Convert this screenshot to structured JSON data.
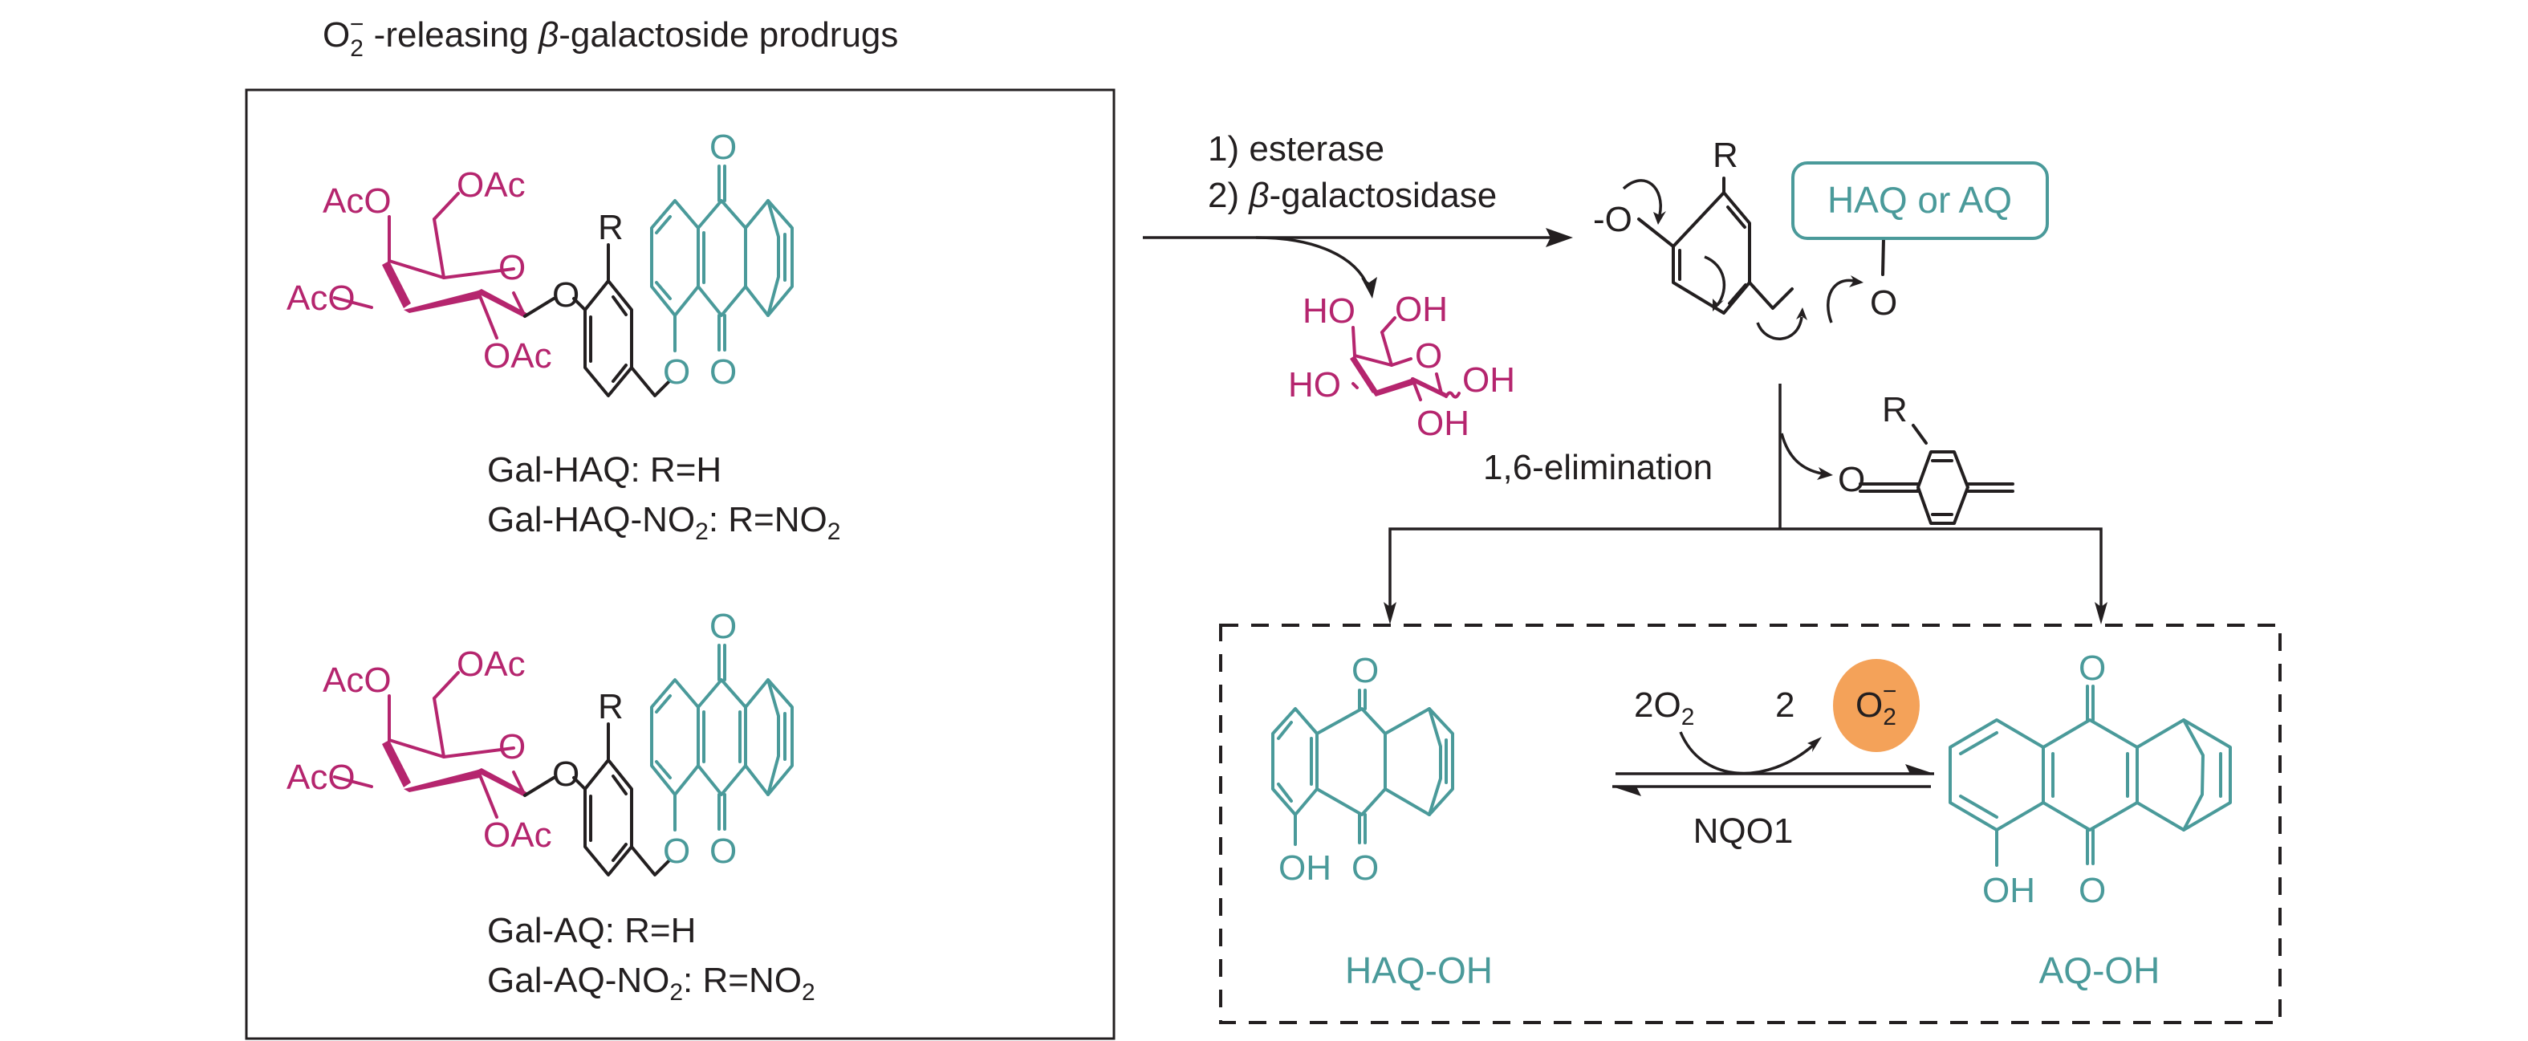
{
  "title": {
    "superoxide_base": "O",
    "superoxide_sub": "2",
    "superoxide_sup": "−",
    "rest_prefix": " -releasing ",
    "beta": "β",
    "rest_suffix": "-galactoside prodrugs"
  },
  "prodrugs": {
    "hq_series": {
      "line1": "Gal-HAQ: R=H",
      "line2_a": "Gal-HAQ-NO",
      "line2_sub": "2",
      "line2_b": ": R=NO",
      "line2_sub2": "2"
    },
    "aq_series": {
      "line1": "Gal-AQ: R=H",
      "line2_a": "Gal-AQ-NO",
      "line2_sub": "2",
      "line2_b": ": R=NO",
      "line2_sub2": "2"
    },
    "atoms": {
      "aco": "AcO",
      "oac": "OAc",
      "o": "O",
      "r": "R"
    }
  },
  "step1": {
    "reagent1": "1) esterase",
    "reagent2_prefix": "2) ",
    "reagent2_beta": "β",
    "reagent2_suffix": "-galactosidase"
  },
  "galactose": {
    "ho": "HO",
    "oh": "OH",
    "o": "O"
  },
  "intermediate": {
    "anion": "-O",
    "r": "R",
    "payload_label": "HAQ or AQ",
    "o": "O"
  },
  "elimination": {
    "label": "1,6-elimination",
    "byproduct_o": "O",
    "byproduct_r": "R"
  },
  "products": {
    "left_name": "HAQ-OH",
    "right_name": "AQ-OH",
    "oh": "OH",
    "o": "O",
    "reactant_coef": "2O",
    "reactant_sub": "2",
    "product_coef": "2",
    "superoxide_base": "O",
    "superoxide_sub": "2",
    "superoxide_sup": "−",
    "enzyme": "NQO1"
  },
  "colors": {
    "sugar": "#b5256e",
    "anthraquinone": "#4a9a9a",
    "superoxide": "#f4a259",
    "ink": "#231f20"
  }
}
